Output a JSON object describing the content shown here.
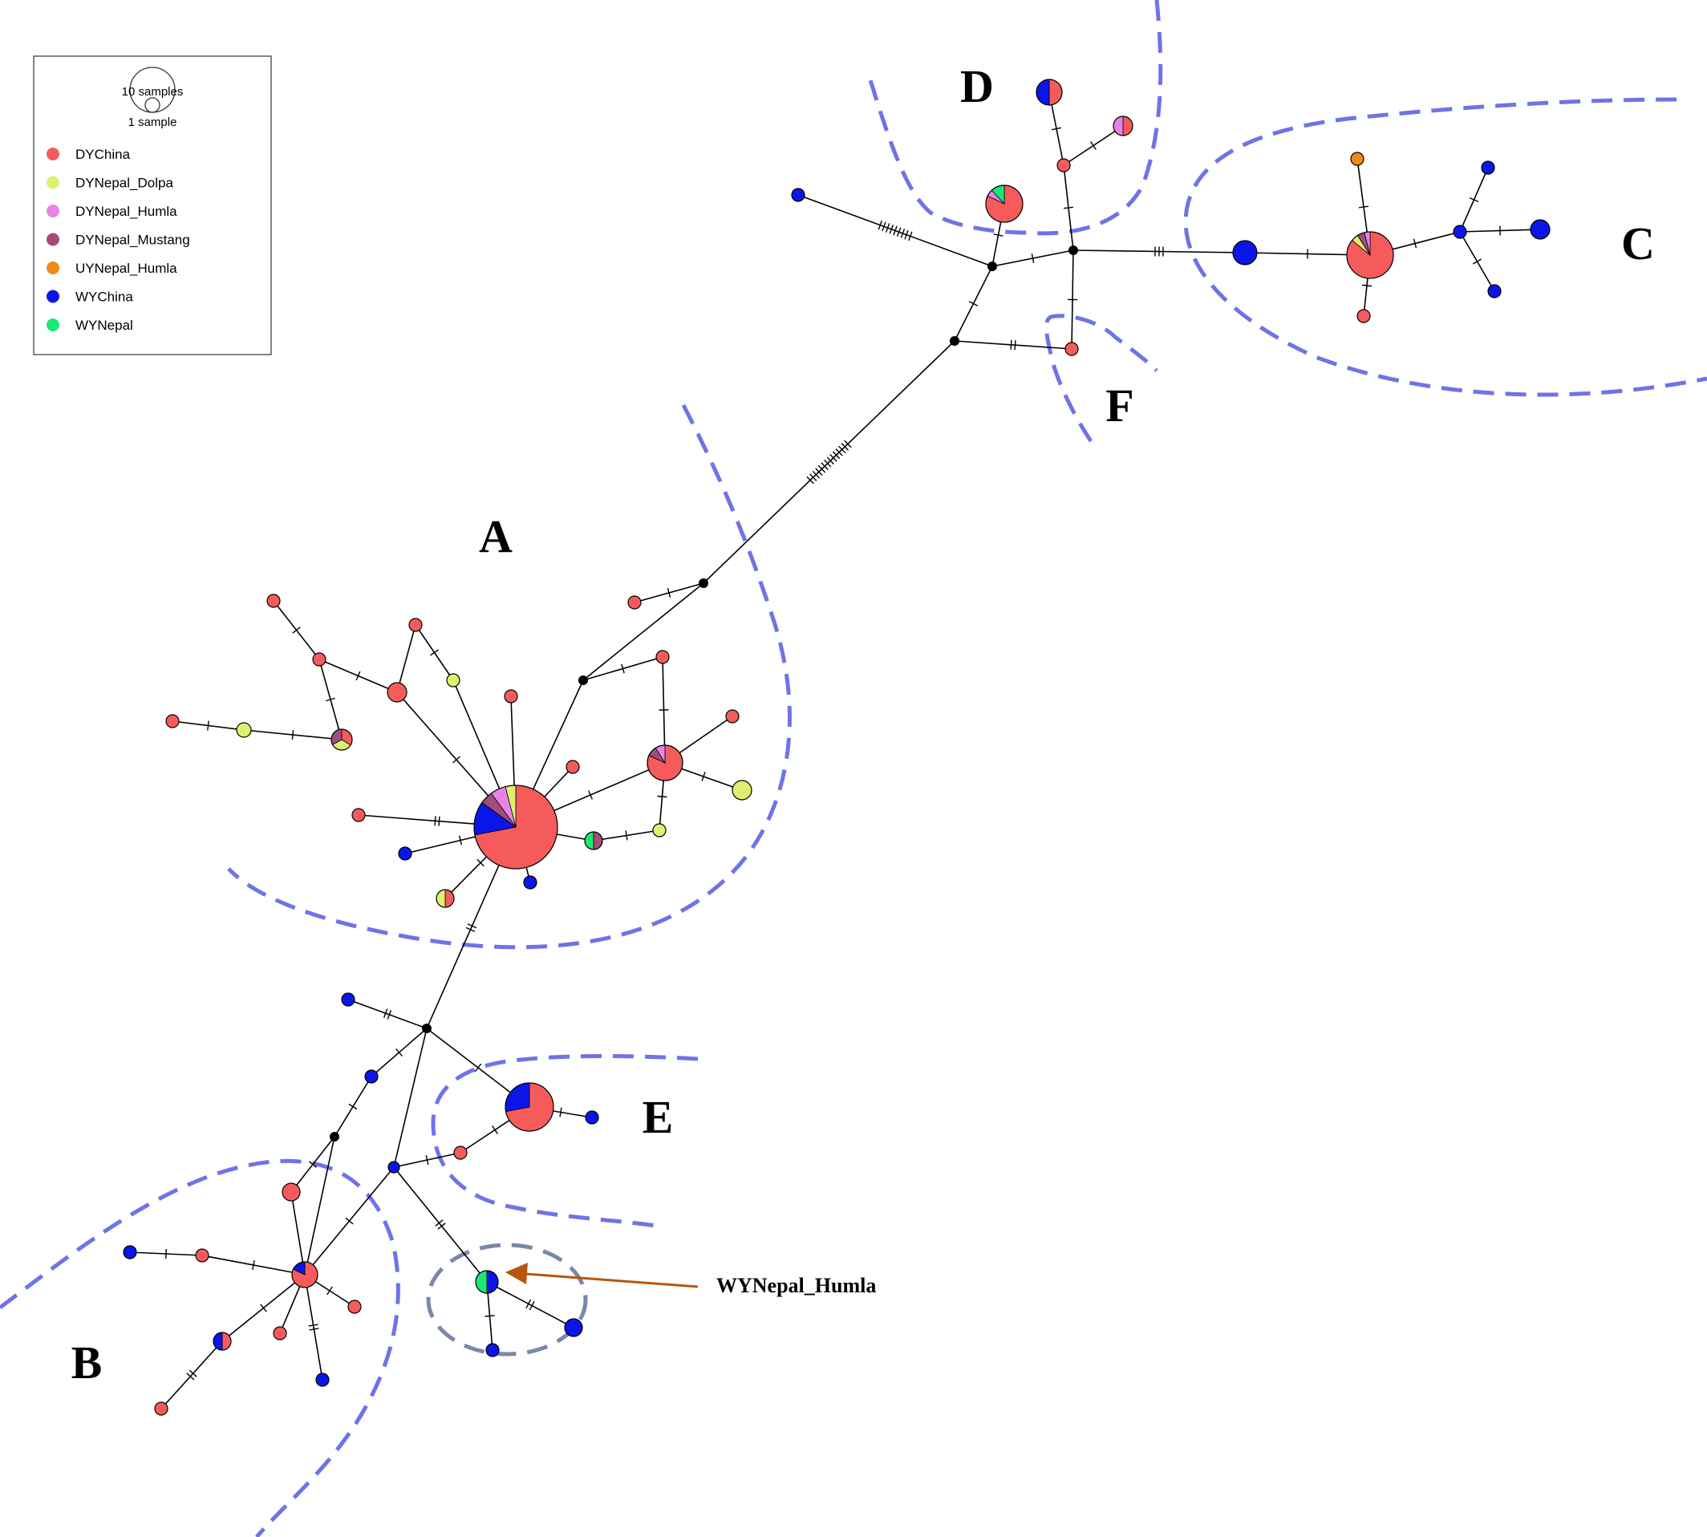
{
  "colors": {
    "DYChina": "#f55b5b",
    "DYNepal_Dolpa": "#dff070",
    "DYNepal_Humla": "#e684e6",
    "DYNepal_Mustang": "#a04e78",
    "UYNepal_Humla": "#f08a16",
    "WYChina": "#0a16e8",
    "WYNepal": "#19e874",
    "median": "#000000",
    "edge": "#000000",
    "boundary": "#6e73e6",
    "boundary_E_circle": "#7b86ac",
    "arrow": "#b5570f"
  },
  "legend": {
    "scale_large": "10 samples",
    "scale_small": "1 sample",
    "groups": [
      {
        "name": "DYChina",
        "color_key": "DYChina"
      },
      {
        "name": "DYNepal_Dolpa",
        "color_key": "DYNepal_Dolpa"
      },
      {
        "name": "DYNepal_Humla",
        "color_key": "DYNepal_Humla"
      },
      {
        "name": "DYNepal_Mustang",
        "color_key": "DYNepal_Mustang"
      },
      {
        "name": "UYNepal_Humla",
        "color_key": "UYNepal_Humla"
      },
      {
        "name": "WYChina",
        "color_key": "WYChina"
      },
      {
        "name": "WYNepal",
        "color_key": "WYNepal"
      }
    ]
  },
  "clusters": [
    "A",
    "B",
    "C",
    "D",
    "E",
    "F"
  ],
  "annotation": {
    "text": "WYNepal_Humla"
  }
}
